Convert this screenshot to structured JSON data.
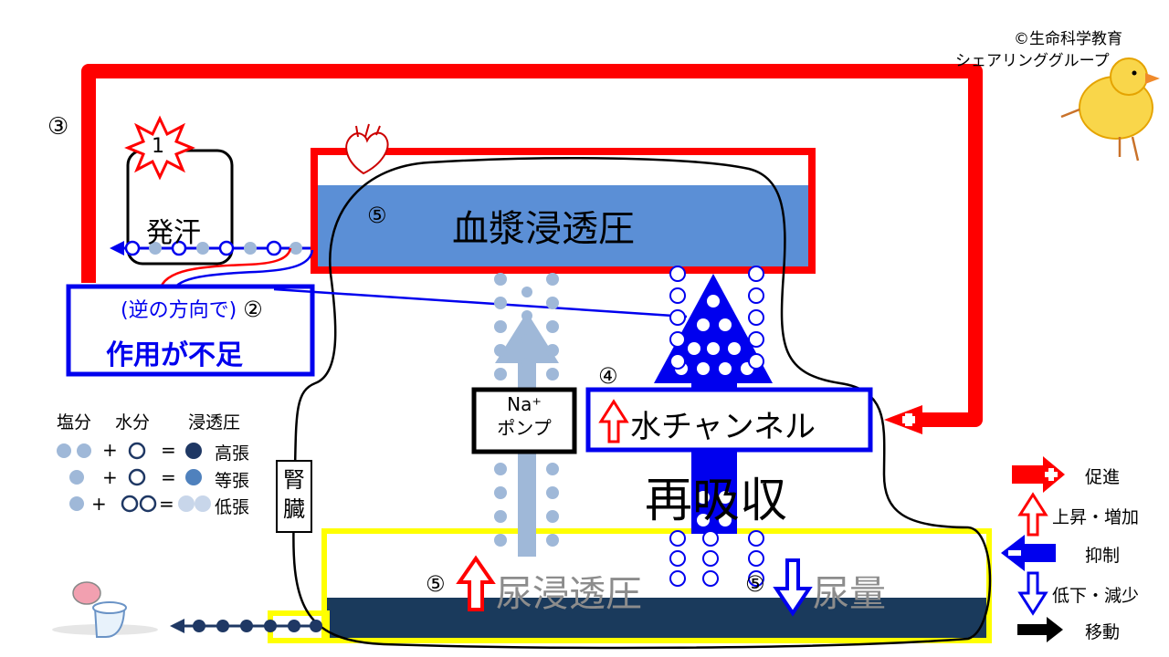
{
  "copyright": {
    "line1": "©生命科学教育",
    "line2": "シェアリンググループ"
  },
  "steps": {
    "s1": "1",
    "s2": "②",
    "s3": "③",
    "s4": "④",
    "s5a": "⑤",
    "s5b": "⑤",
    "s5c": "⑤"
  },
  "sweat": {
    "label": "発汗"
  },
  "plasma": {
    "label": "血漿浸透圧"
  },
  "adh": {
    "reverse": "(逆の方向で)",
    "insufficient": "作用が不足"
  },
  "kidney": {
    "label": "腎臓"
  },
  "pump": {
    "line1": "Na⁺",
    "line2": "ポンプ"
  },
  "channel": {
    "label": "水チャンネル"
  },
  "reabsorption": {
    "label": "再吸収"
  },
  "urine": {
    "osmolality": "尿浸透圧",
    "volume": "尿量"
  },
  "osmo_legend": {
    "headers": [
      "塩分",
      "水分",
      "浸透圧"
    ],
    "rows": [
      {
        "plus": "+",
        "eq": "=",
        "result": "高張"
      },
      {
        "plus": "+",
        "eq": "=",
        "result": "等張"
      },
      {
        "plus": "+",
        "eq": "=",
        "result": "低張"
      }
    ]
  },
  "arrow_legend": {
    "promote": "促進",
    "increase": "上昇・増加",
    "inhibit": "抑制",
    "decrease": "低下・減少",
    "move": "移動"
  },
  "colors": {
    "red": "#ff0000",
    "blue": "#0000ee",
    "plasma": "#5b8fd6",
    "urine": "#1a3a5c",
    "yellow": "#ffff00",
    "dark": "#1f3864",
    "mid": "#4f81bd"
  }
}
